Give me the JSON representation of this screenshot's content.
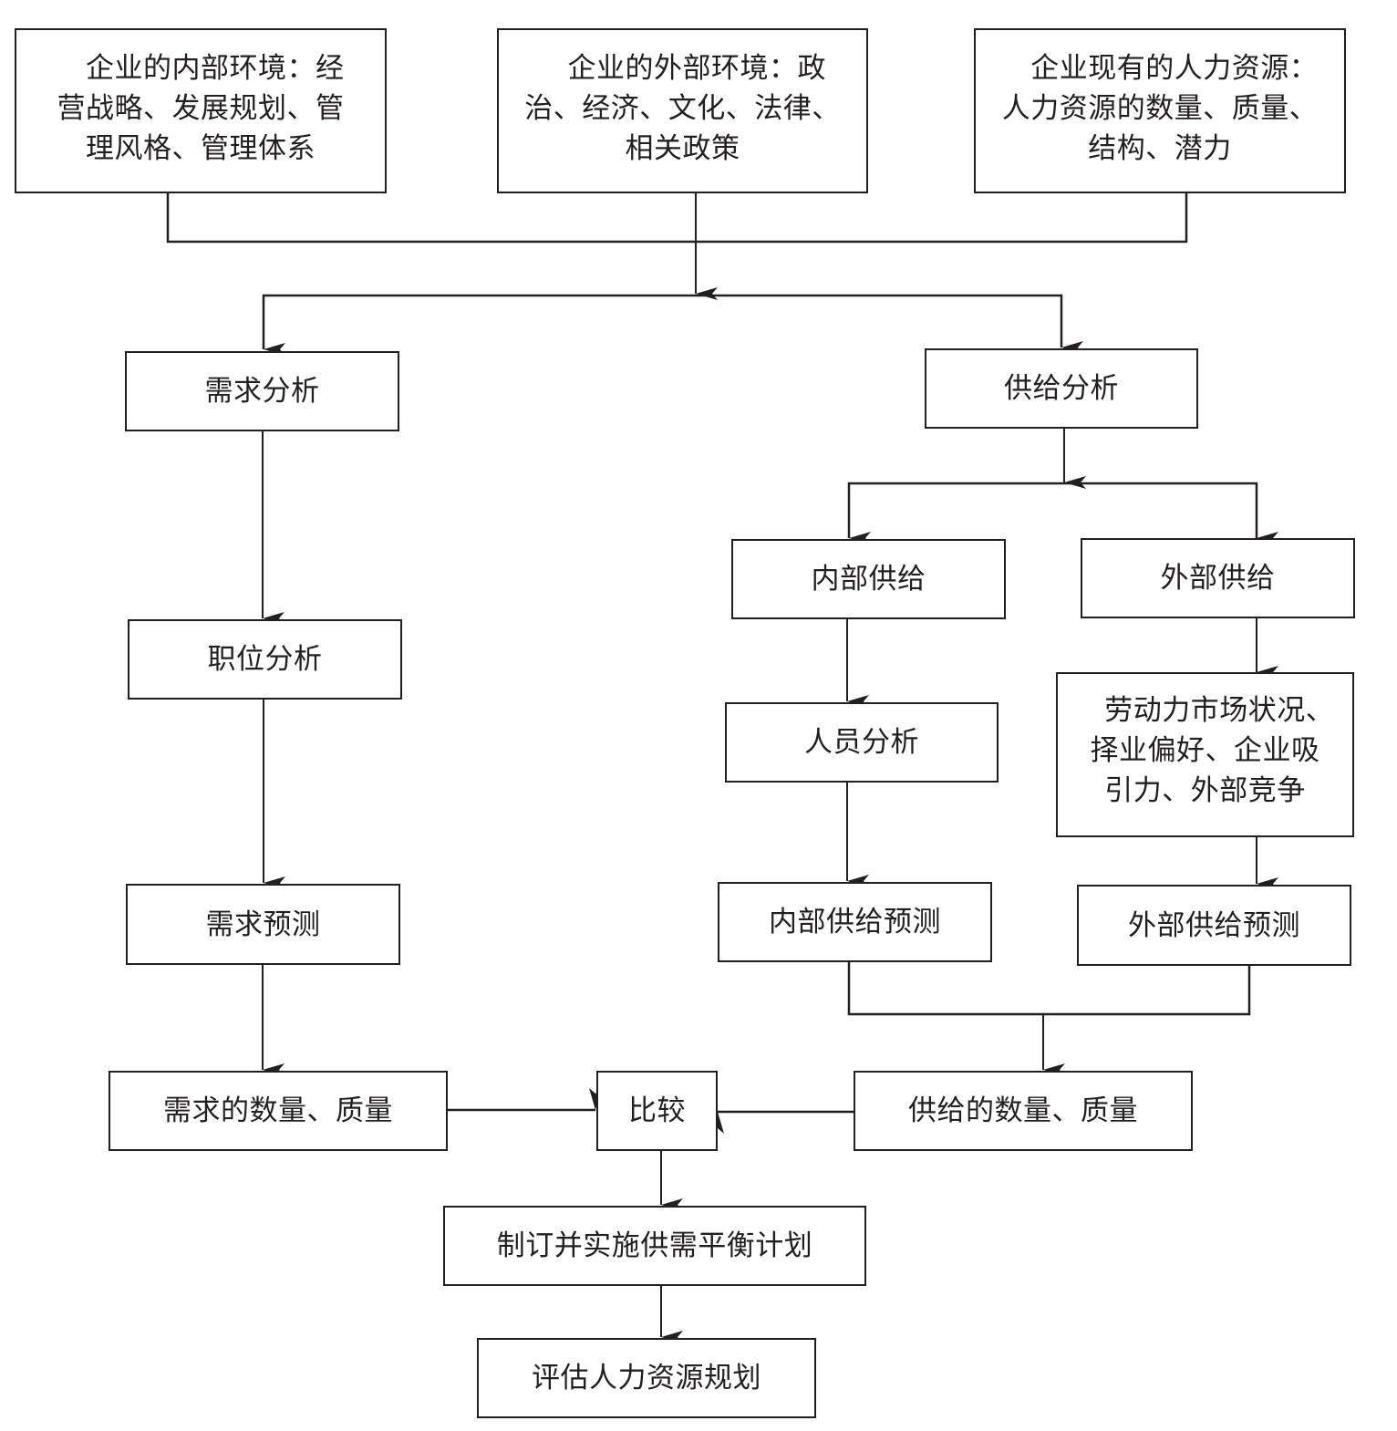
{
  "diagram": {
    "type": "flowchart",
    "title": "",
    "line_color": "#231f20",
    "nodes": [
      {
        "id": "internal_env",
        "label": "　企业的内部环境：经\n营战略、发展规划、管\n理风格、管理体系"
      },
      {
        "id": "external_env",
        "label": "　企业的外部环境：政\n治、经济、文化、法律、\n相关政策"
      },
      {
        "id": "existing_hr",
        "label": "　企业现有的人力资源：\n人力资源的数量、质量、\n结构、潜力"
      },
      {
        "id": "demand_analysis",
        "label": "需求分析"
      },
      {
        "id": "supply_analysis",
        "label": "供给分析"
      },
      {
        "id": "job_analysis",
        "label": "职位分析"
      },
      {
        "id": "internal_supply",
        "label": "内部供给"
      },
      {
        "id": "external_supply",
        "label": "外部供给"
      },
      {
        "id": "personnel_analysis",
        "label": "人员分析"
      },
      {
        "id": "labor_market",
        "label": "　劳动力市场状况、\n择业偏好、企业吸\n引力、外部竞争"
      },
      {
        "id": "demand_forecast",
        "label": "需求预测"
      },
      {
        "id": "internal_supply_forecast",
        "label": "内部供给预测"
      },
      {
        "id": "external_supply_forecast",
        "label": "外部供给预测"
      },
      {
        "id": "demand_qty_quality",
        "label": "需求的数量、质量"
      },
      {
        "id": "compare",
        "label": "比较"
      },
      {
        "id": "supply_qty_quality",
        "label": "供给的数量、质量"
      },
      {
        "id": "balance_plan",
        "label": "制订并实施供需平衡计划"
      },
      {
        "id": "evaluate_plan",
        "label": "评估人力资源规划"
      }
    ],
    "edges": [
      {
        "from": [
          "internal_env",
          "external_env",
          "existing_hr"
        ],
        "to": [
          "demand_analysis",
          "supply_analysis"
        ]
      },
      {
        "from": "demand_analysis",
        "to": "job_analysis"
      },
      {
        "from": "job_analysis",
        "to": "demand_forecast"
      },
      {
        "from": "demand_forecast",
        "to": "demand_qty_quality"
      },
      {
        "from": "supply_analysis",
        "to": [
          "internal_supply",
          "external_supply"
        ]
      },
      {
        "from": "internal_supply",
        "to": "personnel_analysis"
      },
      {
        "from": "personnel_analysis",
        "to": "internal_supply_forecast"
      },
      {
        "from": "external_supply",
        "to": "labor_market"
      },
      {
        "from": "labor_market",
        "to": "external_supply_forecast"
      },
      {
        "from": [
          "internal_supply_forecast",
          "external_supply_forecast"
        ],
        "to": "supply_qty_quality"
      },
      {
        "from": "demand_qty_quality",
        "to": "compare"
      },
      {
        "from": "supply_qty_quality",
        "to": "compare"
      },
      {
        "from": "compare",
        "to": "balance_plan"
      },
      {
        "from": "balance_plan",
        "to": "evaluate_plan"
      }
    ]
  }
}
